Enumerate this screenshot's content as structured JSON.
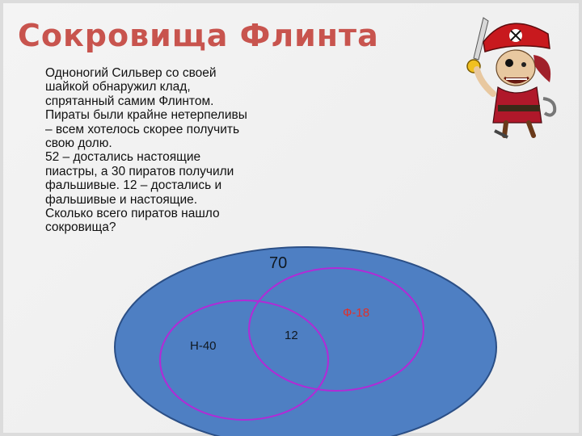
{
  "slide": {
    "title": "Сокровища Флинта",
    "paragraphs": [
      " Одноногий Сильвер со своей\nшайкой обнаружил клад,\nспрятанный самим Флинтом.\nПираты были крайне нетерпеливы\n– всем хотелось скорее получить\nсвою долю.",
      "52 – достались настоящие\nпиастры, а 30 пиратов получили\nфальшивые. 12 – достались и\nфальшивые и настоящие.",
      " Сколько всего пиратов нашло\nсокровища?"
    ]
  },
  "diagram": {
    "total_label": "70",
    "left_label": "Н-40",
    "right_label": "Ф-18",
    "overlap_label": "12",
    "colors": {
      "outer_fill": "#4e7fc3",
      "outer_stroke": "#2b4f86",
      "circle_stroke": "#b22ad6",
      "right_label": "#e0302a",
      "text": "#101820"
    }
  },
  "illustration": {
    "name": "pirate-mascot"
  }
}
